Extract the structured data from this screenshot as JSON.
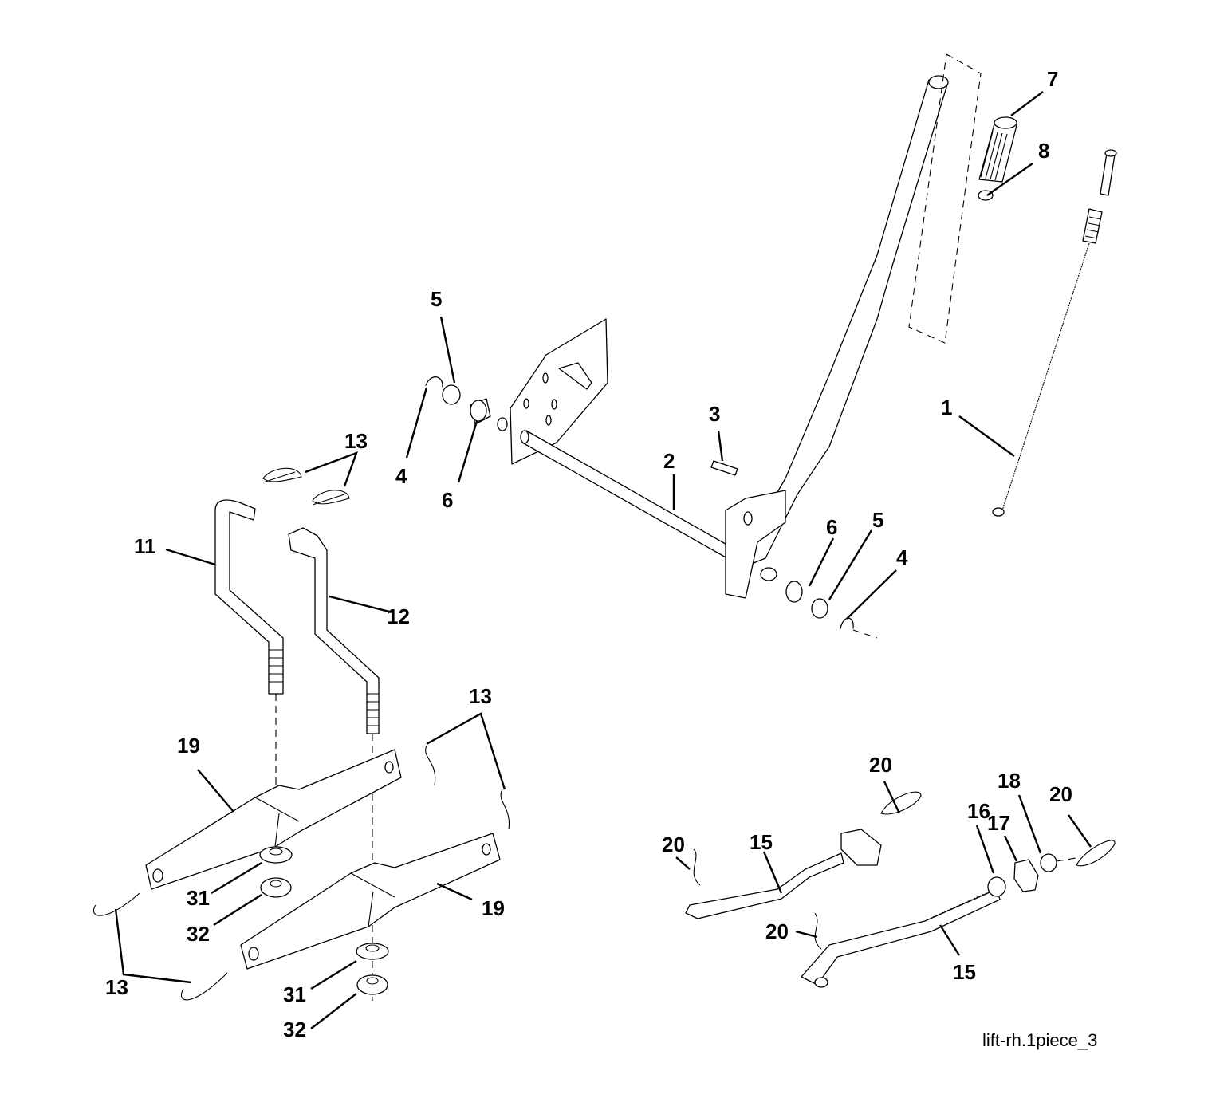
{
  "diagram": {
    "figure_id": "lift-rh.1piece_3",
    "type": "exploded parts diagram",
    "callouts": [
      {
        "id": "c1",
        "label": "1",
        "part": "lift cable"
      },
      {
        "id": "c2",
        "label": "2",
        "part": "lift shaft with handle"
      },
      {
        "id": "c3",
        "label": "3",
        "part": "roll pin"
      },
      {
        "id": "c4a",
        "label": "4",
        "part": "retaining clip (left)"
      },
      {
        "id": "c4b",
        "label": "4",
        "part": "retaining clip (right)"
      },
      {
        "id": "c5a",
        "label": "5",
        "part": "washer (left)"
      },
      {
        "id": "c5b",
        "label": "5",
        "part": "washer (right)"
      },
      {
        "id": "c6a",
        "label": "6",
        "part": "bushing (left)"
      },
      {
        "id": "c6b",
        "label": "6",
        "part": "bushing (right)"
      },
      {
        "id": "c7",
        "label": "7",
        "part": "handle grip"
      },
      {
        "id": "c8",
        "label": "8",
        "part": "grip screw"
      },
      {
        "id": "c11",
        "label": "11",
        "part": "lift link (left)"
      },
      {
        "id": "c12",
        "label": "12",
        "part": "lift link (right)"
      },
      {
        "id": "c13a",
        "label": "13",
        "part": "hairpin clips (upper)"
      },
      {
        "id": "c13b",
        "label": "13",
        "part": "hairpin clips (middle right)"
      },
      {
        "id": "c13c",
        "label": "13",
        "part": "hairpin clips (lower left)"
      },
      {
        "id": "c15a",
        "label": "15",
        "part": "adjustment rod (upper)"
      },
      {
        "id": "c15b",
        "label": "15",
        "part": "adjustment rod (lower)"
      },
      {
        "id": "c16",
        "label": "16",
        "part": "nut"
      },
      {
        "id": "c17",
        "label": "17",
        "part": "block"
      },
      {
        "id": "c18",
        "label": "18",
        "part": "nut"
      },
      {
        "id": "c19a",
        "label": "19",
        "part": "lift arm (upper)"
      },
      {
        "id": "c19b",
        "label": "19",
        "part": "lift arm (lower)"
      },
      {
        "id": "c20a",
        "label": "20",
        "part": "hairpin clip (top)"
      },
      {
        "id": "c20b",
        "label": "20",
        "part": "hairpin clip (left)"
      },
      {
        "id": "c20c",
        "label": "20",
        "part": "hairpin clip (right)"
      },
      {
        "id": "c20d",
        "label": "20",
        "part": "hairpin clip (lower)"
      },
      {
        "id": "c31a",
        "label": "31",
        "part": "spacer (upper)"
      },
      {
        "id": "c31b",
        "label": "31",
        "part": "spacer (lower)"
      },
      {
        "id": "c32a",
        "label": "32",
        "part": "nut (upper)"
      },
      {
        "id": "c32b",
        "label": "32",
        "part": "nut (lower)"
      }
    ]
  }
}
